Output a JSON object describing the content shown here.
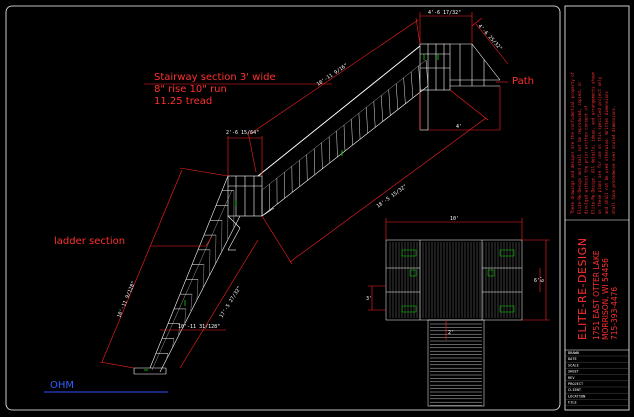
{
  "annotations": {
    "stairway_line1": "Stairway section 3' wide",
    "stairway_line2": "8\" rise 10\" run",
    "stairway_line3": "11.25 tread",
    "ladder": "ladder section",
    "path": "Path",
    "ohm": "OHM"
  },
  "dimensions": {
    "top_width": "4'-6 17/32\"",
    "top_angle": "4'-6 25/32\"",
    "upper_stair_length": "10'-11 9/16\"",
    "landing_width": "2'-6 15/64\"",
    "stair_diag": "18'-5 15/32\"",
    "ladder_len": "10'-11 9/128\"",
    "ladder_base": "10'-11 31/128\"",
    "ladder_diag": "17'-5 27/32\"",
    "small_d": "4'",
    "plan_width": "10'",
    "plan_height": "6'",
    "plan_left": "3'",
    "plan_mid": "2'",
    "plan_right": "6'"
  },
  "title_block": {
    "notice": [
      "These drawings and designs are the confidential property of",
      "Elite-Re-Design and shall not be reproduced, copied, or",
      "divulged without the prior written consent of",
      "Elite-Re-Design. All details, ideas, and arrangements shown",
      "on these plans are for use on this specified project only",
      "and shall not be used otherwise. Written dimensions",
      "shall have precedence over scaled dimensions."
    ],
    "company": "ELITE-RE-DESIGN",
    "address1": "1751 EAST OTTER LAKE",
    "address2": "MORRISON, WI 54456",
    "phone": "715-393-4476",
    "rows": [
      "DRAWN",
      "DATE",
      "SCALE",
      "SHEET",
      "REV",
      "PROJECT",
      "CLIENT",
      "LOCATION",
      "FILE"
    ]
  }
}
